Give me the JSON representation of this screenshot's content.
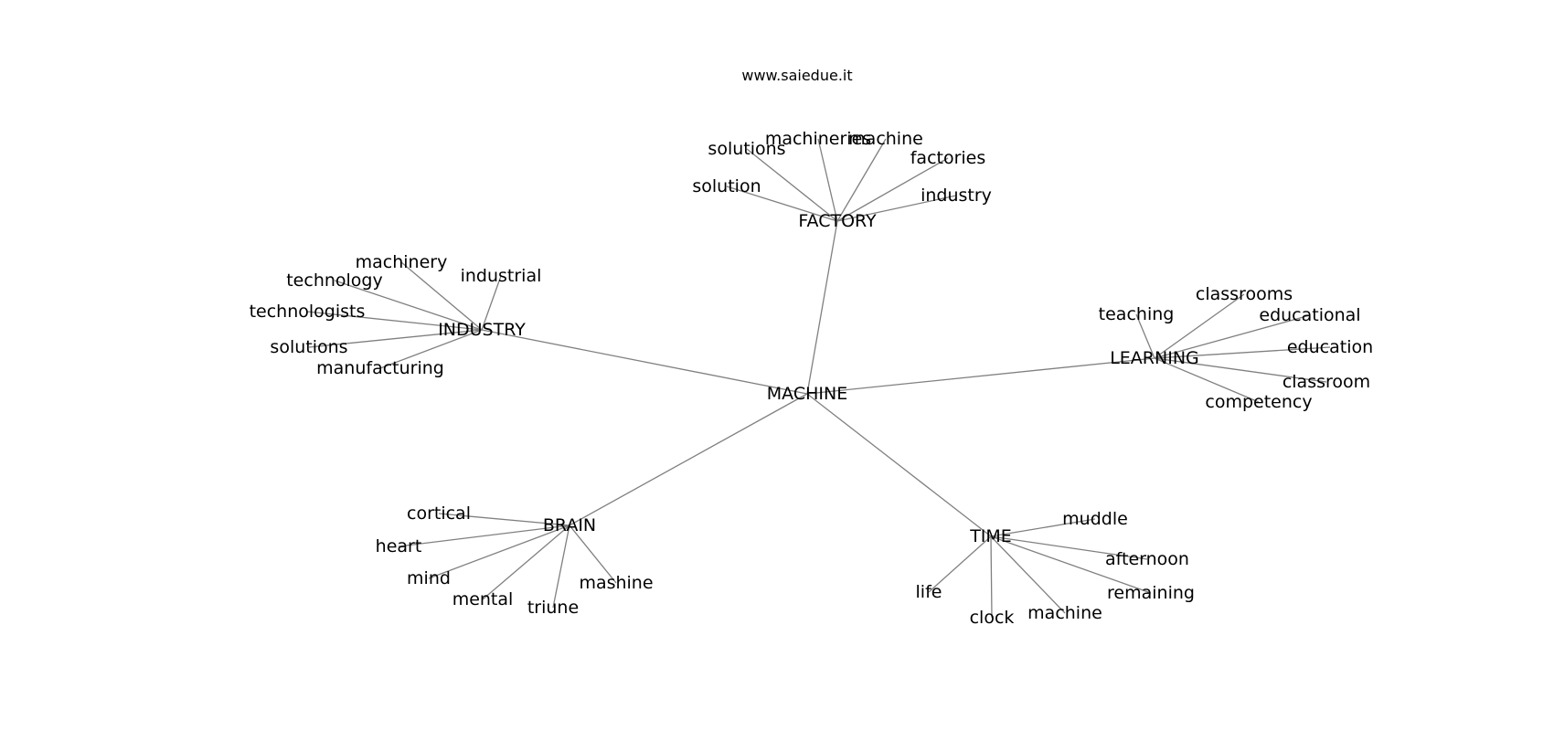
{
  "header": {
    "title": "www.saiedue.it"
  },
  "graph": {
    "center": {
      "label": "MACHINE"
    },
    "clusters": [
      {
        "hub": "FACTORY",
        "words": [
          "solutions",
          "machineries",
          "machine",
          "factories",
          "solution",
          "industry"
        ]
      },
      {
        "hub": "INDUSTRY",
        "words": [
          "machinery",
          "technology",
          "industrial",
          "technologists",
          "solutions",
          "manufacturing"
        ]
      },
      {
        "hub": "LEARNING",
        "words": [
          "classrooms",
          "teaching",
          "educational",
          "education",
          "classroom",
          "competency"
        ]
      },
      {
        "hub": "BRAIN",
        "words": [
          "cortical",
          "heart",
          "mind",
          "mashine",
          "mental",
          "triune"
        ]
      },
      {
        "hub": "TIME",
        "words": [
          "muddle",
          "afternoon",
          "remaining",
          "life",
          "machine",
          "clock"
        ]
      }
    ]
  },
  "colors": {
    "edge": "#808080",
    "text": "#000000",
    "background": "#ffffff"
  }
}
